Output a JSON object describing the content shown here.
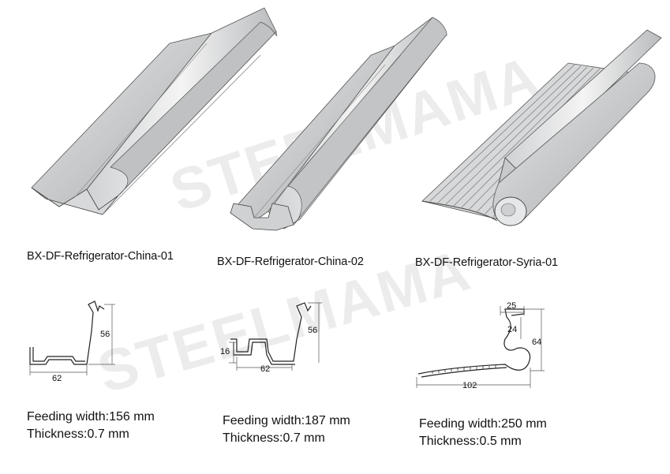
{
  "watermark": "STEELMAMA",
  "products": [
    {
      "name": "BX-DF-Refrigerator-China-01",
      "feeding_width_label": "Feeding width:",
      "feeding_width_value": "156 mm",
      "thickness_label": "Thickness:",
      "thickness_value": "0.7 mm",
      "dims": [
        "56",
        "62"
      ]
    },
    {
      "name": "BX-DF-Refrigerator-China-02",
      "feeding_width_label": "Feeding width:",
      "feeding_width_value": "187 mm",
      "thickness_label": "Thickness:",
      "thickness_value": "0.7 mm",
      "dims": [
        "56",
        "16",
        "62"
      ]
    },
    {
      "name": "BX-DF-Refrigerator-Syria-01",
      "feeding_width_label": "Feeding width:",
      "feeding_width_value": "250 mm",
      "thickness_label": "Thickness:",
      "thickness_value": "0.5 mm",
      "dims": [
        "25",
        "24",
        "64",
        "102"
      ]
    }
  ]
}
